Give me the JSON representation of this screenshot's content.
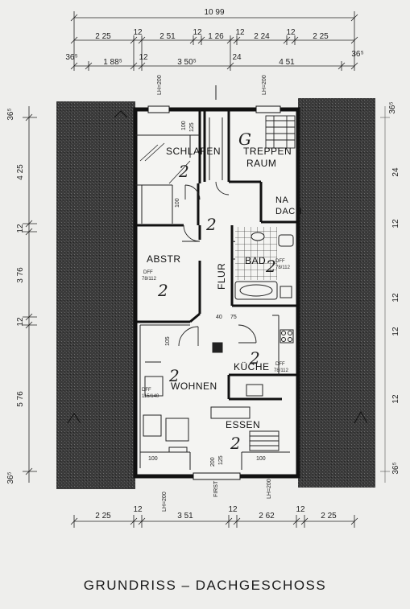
{
  "title": "GRUNDRISS – DACHGESCHOSS",
  "rooms": {
    "schlafen": "SCHLAFEN",
    "treppenraum_1": "TREPPEN",
    "treppenraum_2": "RAUM",
    "na_1": "NA",
    "na_2": "DACH",
    "abstr": "ABSTR",
    "flur": "FLUR",
    "bad": "BAD",
    "kueche": "KÜCHE",
    "wohnen": "WOHNEN",
    "essen": "ESSEN"
  },
  "marks": {
    "two": "2",
    "g": "G",
    "dff": "DFF",
    "dff_abstr_size": "78/112",
    "dff_wohnen_size": "115/140",
    "dff_kueche_size": "78/112",
    "dff_bad_size": "78/112",
    "lh_top_left": "LH=200",
    "lh_top_right": "LH=200",
    "lh_bottom_left": "LH=200",
    "lh_bottom_right": "LH=200",
    "first": "FIRST",
    "d100": "100",
    "d125": "125",
    "d105": "105",
    "d200": "200",
    "d40": "40",
    "d75": "75"
  },
  "dimensions": {
    "top_total": "10 99",
    "top_row1": [
      "2 25",
      "12",
      "2 51",
      "12",
      "1 26",
      "12",
      "2 24",
      "12",
      "2 25"
    ],
    "top_row2_left_edge": "36⁵",
    "top_row2": [
      "1 88⁵",
      "12",
      "3 50⁵",
      "24",
      "4 51"
    ],
    "top_row2_right_edge": "36⁵",
    "left": [
      "36⁵",
      "4 25",
      "12",
      "3 76",
      "12",
      "5 76",
      "36⁵"
    ],
    "right": [
      "36⁵",
      "24",
      "12",
      "12",
      "12",
      "12",
      "36⁵"
    ],
    "bottom": [
      "2 25",
      "12",
      "3 51",
      "12",
      "2 62",
      "12",
      "2 25"
    ]
  }
}
